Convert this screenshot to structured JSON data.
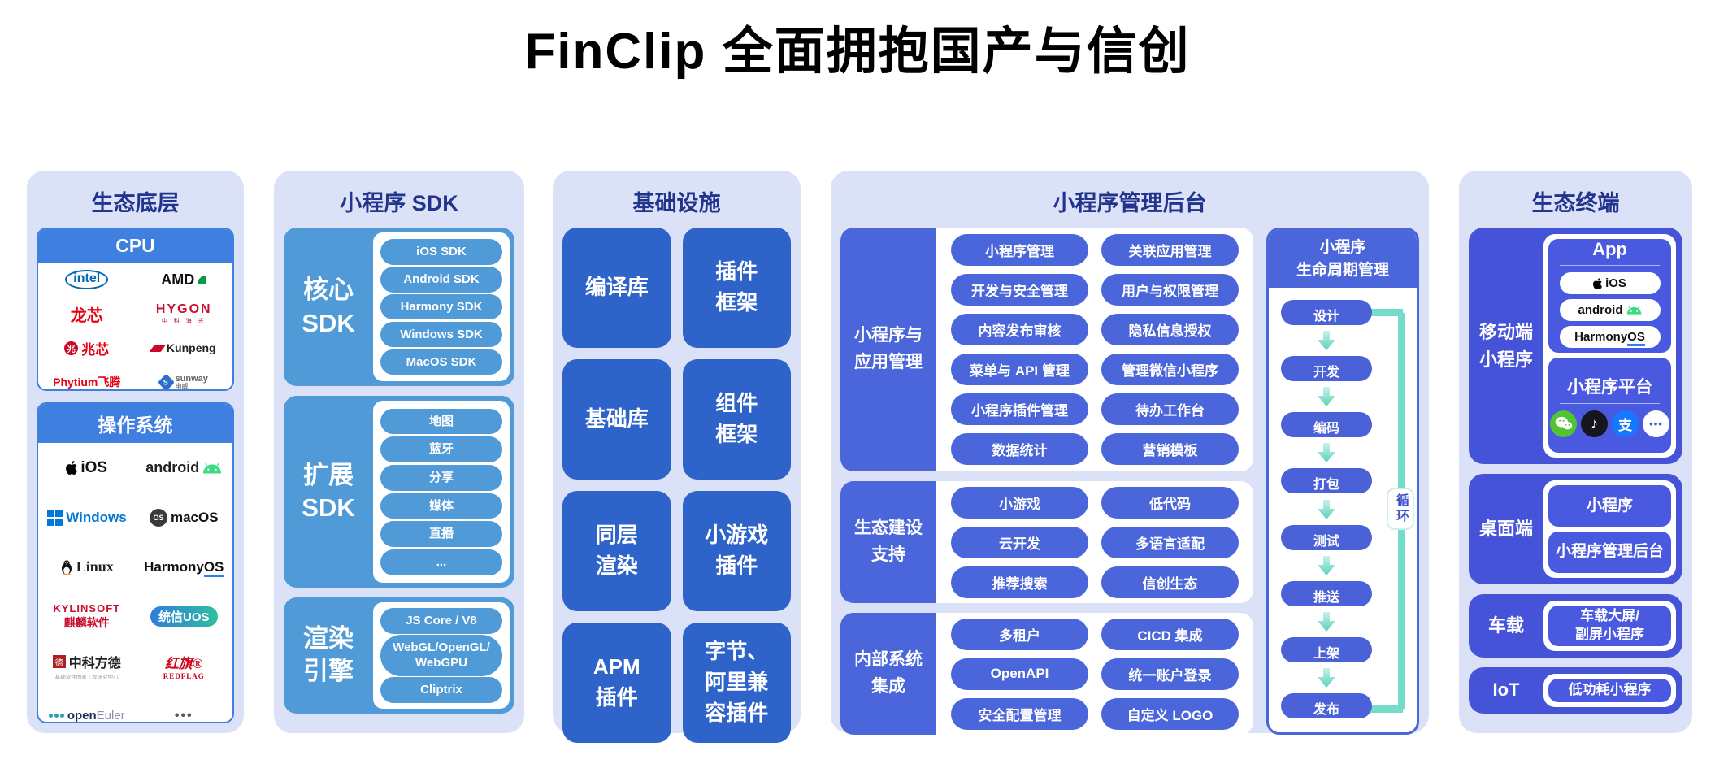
{
  "page_title": "FinClip 全面拥抱国产与信创",
  "colors": {
    "lavender_bg": "#dbe2f8",
    "navy_title": "#22348c",
    "bright_blue": "#3e7fe0",
    "sky_blue": "#4f9ad7",
    "strong_blue": "#2e63c9",
    "royal_blue": "#4a66da",
    "indigo": "#4553d8",
    "panel_indigo": "#4a5ae0",
    "teal": "#74dcc8",
    "wechat_green": "#52c332",
    "alipay_blue": "#1677ff",
    "douyin_black": "#16161e"
  },
  "eco_base": {
    "title": "生态底层",
    "cpu": {
      "header": "CPU",
      "logos": {
        "intel": {
          "text": "intel"
        },
        "amd": {
          "text": "AMD"
        },
        "loongson": {
          "text": "龙芯"
        },
        "hygon": {
          "text": "HYGON",
          "sub": "中 科 海 光"
        },
        "zhaoxin": {
          "icon": "兆",
          "text": "兆芯"
        },
        "kunpeng": {
          "text": "Kunpeng"
        },
        "phytium": {
          "text": "Phytium飞腾"
        },
        "sunway": {
          "text": "sunway",
          "sub": "申威"
        }
      }
    },
    "os": {
      "header": "操作系统",
      "logos": {
        "ios": {
          "text": "iOS"
        },
        "android": {
          "text": "android"
        },
        "windows": {
          "text": "Windows"
        },
        "macos": {
          "badge": "OS",
          "text": "macOS"
        },
        "linux": {
          "text": "Linux"
        },
        "harmonyos": {
          "text": "Harmony",
          "os_part": "OS"
        },
        "kylinsoft": {
          "text": "KYLINSOFT",
          "sub": "麒麟软件"
        },
        "uos": {
          "text": "统信UOS"
        },
        "fangde": {
          "badge": "德",
          "text": "中科方德",
          "sub": "基础软件国家工程研究中心"
        },
        "redflag": {
          "text": "红旗®",
          "sub": "REDFLAG"
        },
        "openeuler": {
          "text": "open",
          "accent": "Euler"
        },
        "more": {
          "text": "•••"
        }
      }
    }
  },
  "sdk": {
    "title": "小程序 SDK",
    "groups": [
      {
        "label": "核心\nSDK",
        "items": [
          "iOS SDK",
          "Android SDK",
          "Harmony SDK",
          "Windows SDK",
          "MacOS SDK"
        ]
      },
      {
        "label": "扩展\nSDK",
        "items": [
          "地图",
          "蓝牙",
          "分享",
          "媒体",
          "直播",
          "..."
        ]
      },
      {
        "label": "渲染\n引擎",
        "items": [
          "JS Core / V8",
          "WebGL/OpenGL/\nWebGPU",
          "Cliptrix"
        ]
      }
    ]
  },
  "infra": {
    "title": "基础设施",
    "tiles": [
      "编译库",
      "插件\n框架",
      "基础库",
      "组件\n框架",
      "同层\n渲染",
      "小游戏\n插件",
      "APM\n插件",
      "字节、\n阿里兼\n容插件"
    ]
  },
  "admin": {
    "title": "小程序管理后台",
    "sections": [
      {
        "label": "小程序与\n应用管理",
        "pills": [
          "小程序管理",
          "关联应用管理",
          "开发与安全管理",
          "用户与权限管理",
          "内容发布审核",
          "隐私信息授权",
          "菜单与 API 管理",
          "管理微信小程序",
          "小程序插件管理",
          "待办工作台",
          "数据统计",
          "营销模板"
        ]
      },
      {
        "label": "生态建设\n支持",
        "pills": [
          "小游戏",
          "低代码",
          "云开发",
          "多语言适配",
          "推荐搜索",
          "信创生态"
        ]
      },
      {
        "label": "内部系统\n集成",
        "pills": [
          "多租户",
          "CICD 集成",
          "OpenAPI",
          "统一账户登录",
          "安全配置管理",
          "自定义 LOGO"
        ]
      }
    ],
    "lifecycle": {
      "title": "小程序\n生命周期管理",
      "steps": [
        "设计",
        "开发",
        "编码",
        "打包",
        "测试",
        "推送",
        "上架",
        "发布"
      ],
      "loop_label": "循环"
    }
  },
  "terminals": {
    "title": "生态终端",
    "mobile": {
      "label": "移动端\n小程序",
      "app": {
        "title": "App",
        "pills": {
          "ios": "iOS",
          "android": "android",
          "harmony_pre": "Harmony",
          "harmony_os": "OS"
        }
      },
      "platform": {
        "title": "小程序平台",
        "icons": {
          "douyin_glyph": "♪",
          "alipay_glyph": "支",
          "more_glyph": "•••"
        }
      }
    },
    "desktop": {
      "label": "桌面端",
      "pills": [
        "小程序",
        "小程序管理后台"
      ]
    },
    "car": {
      "label": "车载",
      "pills": [
        "车载大屏/\n副屏小程序"
      ]
    },
    "iot": {
      "label": "IoT",
      "pills": [
        "低功耗小程序"
      ]
    }
  }
}
